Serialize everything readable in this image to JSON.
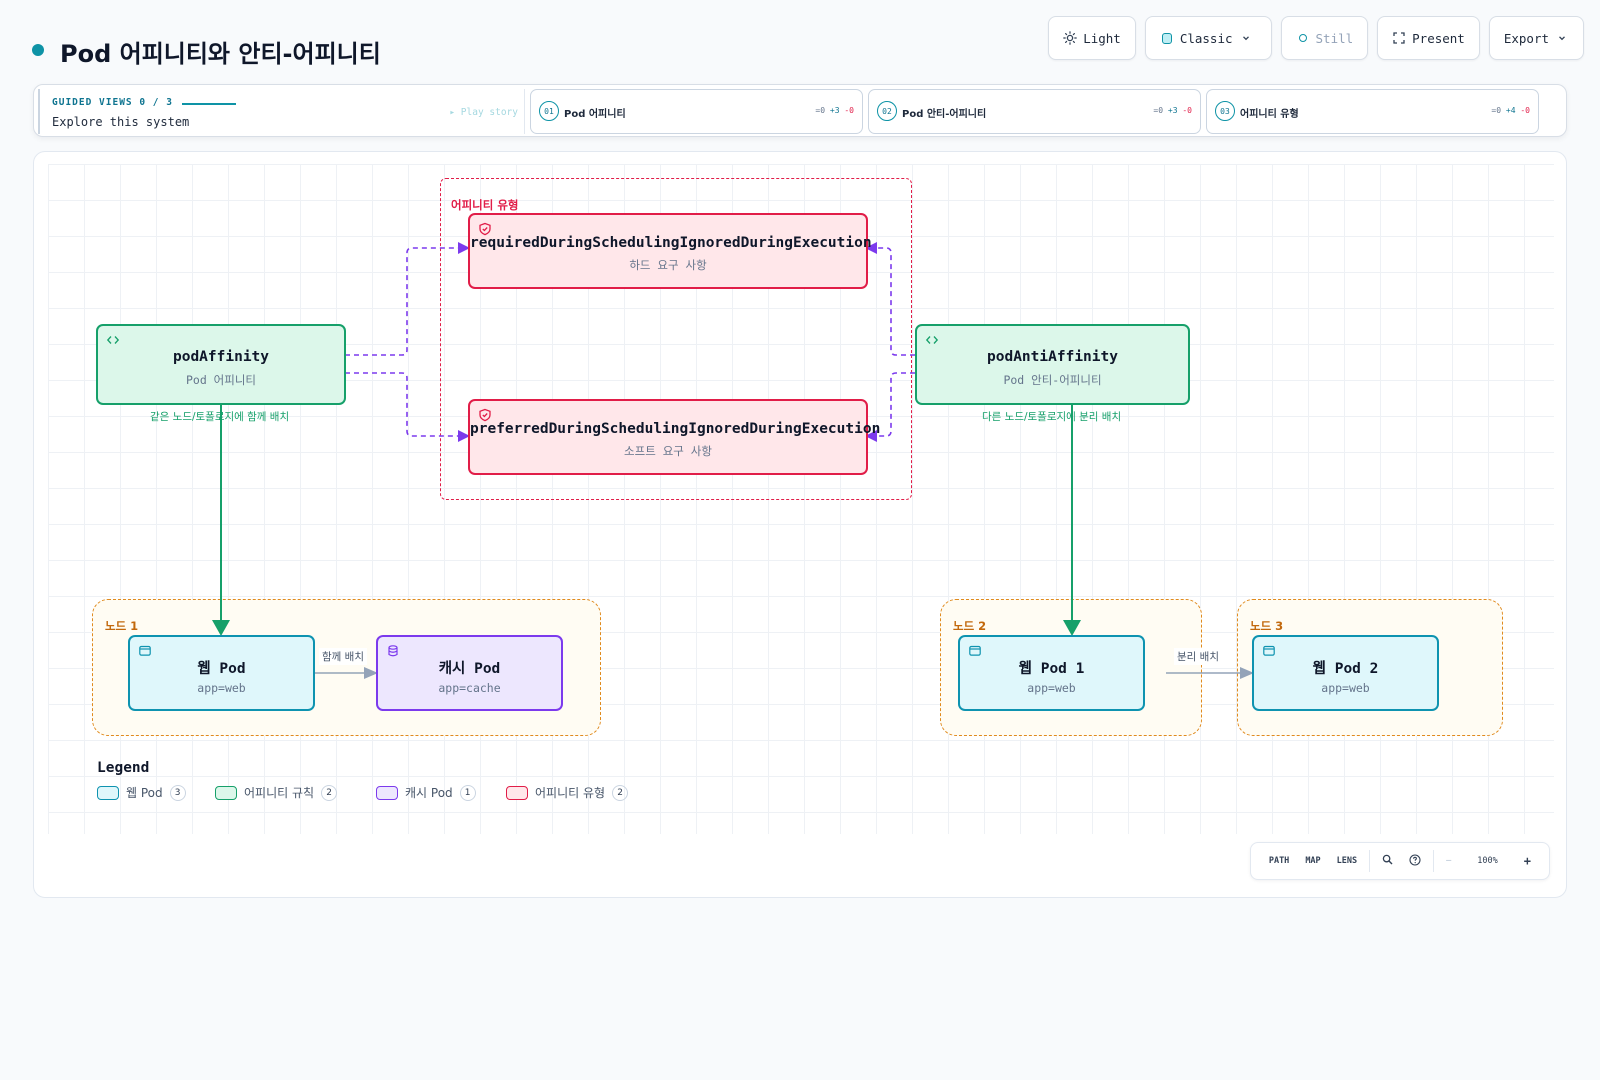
{
  "page": {
    "title": "Pod 어피니티와 안티-어피니티"
  },
  "toolbar": {
    "theme": "Light",
    "style": "Classic",
    "motion": "Still",
    "present": "Present",
    "export": "Export"
  },
  "stories": {
    "label": "GUIDED VIEWS 0 / 3",
    "subtitle": "Explore this system",
    "play": "▸ Play story",
    "items": [
      {
        "num": "01",
        "title": "Pod 어피니티",
        "eq": "=0",
        "plus": "+3",
        "minus": "-0"
      },
      {
        "num": "02",
        "title": "Pod 안티-어피니티",
        "eq": "=0",
        "plus": "+3",
        "minus": "-0"
      },
      {
        "num": "03",
        "title": "어피니티 유형",
        "eq": "=0",
        "plus": "+4",
        "minus": "-0"
      }
    ]
  },
  "diagram": {
    "group_affinity_types": "어피니티 유형",
    "required": {
      "title": "requiredDuringSchedulingIgnoredDuringExecution",
      "sub": "하드 요구 사항"
    },
    "preferred": {
      "title": "preferredDuringSchedulingIgnoredDuringExecution",
      "sub": "소프트 요구 사항"
    },
    "pod_affinity": {
      "title": "podAffinity",
      "sub": "Pod 어피니티"
    },
    "pod_anti_affinity": {
      "title": "podAntiAffinity",
      "sub": "Pod 안티-어피니티"
    },
    "affinity_edge": "같은 노드/토폴로지에 함께 배치",
    "anti_affinity_edge": "다른 노드/토폴로지에 분리 배치",
    "node1": {
      "label": "노드 1"
    },
    "node2": {
      "label": "노드 2"
    },
    "node3": {
      "label": "노드 3"
    },
    "web_pod": {
      "title": "웹 Pod",
      "sub": "app=web"
    },
    "cache_pod": {
      "title": "캐시 Pod",
      "sub": "app=cache"
    },
    "web_pod_1": {
      "title": "웹 Pod 1",
      "sub": "app=web"
    },
    "web_pod_2": {
      "title": "웹 Pod 2",
      "sub": "app=web"
    },
    "colocate_edge": "함께 배치",
    "separate_edge": "분리 배치"
  },
  "legend": {
    "title": "Legend",
    "items": [
      {
        "label": "웹 Pod",
        "count": "3",
        "color": "#0e93b0",
        "fill": "#dff7fb"
      },
      {
        "label": "어피니티 규칙",
        "count": "2",
        "color": "#16a06a",
        "fill": "#dcf7ea"
      },
      {
        "label": "캐시 Pod",
        "count": "1",
        "color": "#7c3aed",
        "fill": "#ede7fe"
      },
      {
        "label": "어피니티 유형",
        "count": "2",
        "color": "#e11d48",
        "fill": "#ffe7ea"
      }
    ]
  },
  "controls": {
    "path": "PATH",
    "map": "MAP",
    "lens": "LENS",
    "zoom_out": "—",
    "zoom": "100%",
    "zoom_in": "+"
  },
  "colors": {
    "accent": "#0e93a6",
    "affinity": "#16a06a",
    "types": "#e11d48",
    "dashed_edge": "#7c3aed",
    "node_group": "#e08a1e"
  }
}
